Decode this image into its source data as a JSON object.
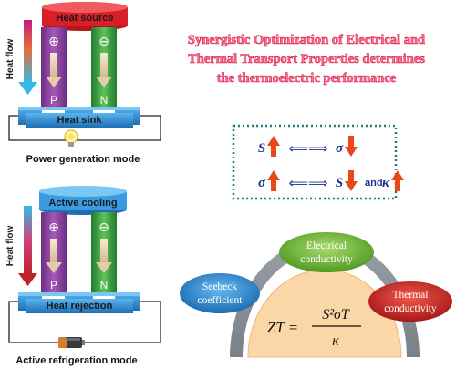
{
  "top_module": {
    "source_label": "Heat source",
    "flow_label": "Heat flow",
    "sink_label": "Heat sink",
    "p_sign": "⊕",
    "n_sign": "⊖",
    "p_label": "P",
    "n_label": "N",
    "mode_caption": "Power generation mode"
  },
  "bottom_module": {
    "top_label": "Active cooling",
    "flow_label": "Heat flow",
    "sink_label": "Heat rejection",
    "p_sign": "⊕",
    "n_sign": "⊖",
    "p_label": "P",
    "n_label": "N",
    "mode_caption": "Active refrigeration mode"
  },
  "headline": {
    "line1": "Synergistic Optimization of Electrical and",
    "line2": "Thermal Transport Properties determines",
    "line3": "the thermoelectric performance"
  },
  "relation_box": {
    "row1_left": "S",
    "row1_right": "σ",
    "row2_left": "σ",
    "row2_mid": "S",
    "row2_and": "and",
    "row2_right": "κ",
    "arrow": "⟸⟹"
  },
  "zt_diagram": {
    "electrical_l1": "Electrical",
    "electrical_l2": "conductivity",
    "seebeck_l1": "Seebeck",
    "seebeck_l2": "coefficient",
    "thermal_l1": "Thermal",
    "thermal_l2": "conductivity",
    "zt_lhs": "ZT =",
    "numerator": "S²σT",
    "denominator": "κ"
  },
  "colors": {
    "heat_source": "#e8262a",
    "p_leg": "#8e3fa0",
    "n_leg": "#3aa23f",
    "sink": "#2e8fd6",
    "headline": "#e5232f",
    "pink_headline": "#f0709a",
    "dotted_border": "#1f7e7a",
    "up_arrow": "#e8481a",
    "zt_fill": "#fbd7a8",
    "green_ellipse": "#7cc242",
    "blue_ellipse": "#2a8fd6",
    "red_ellipse": "#d92a2a"
  }
}
